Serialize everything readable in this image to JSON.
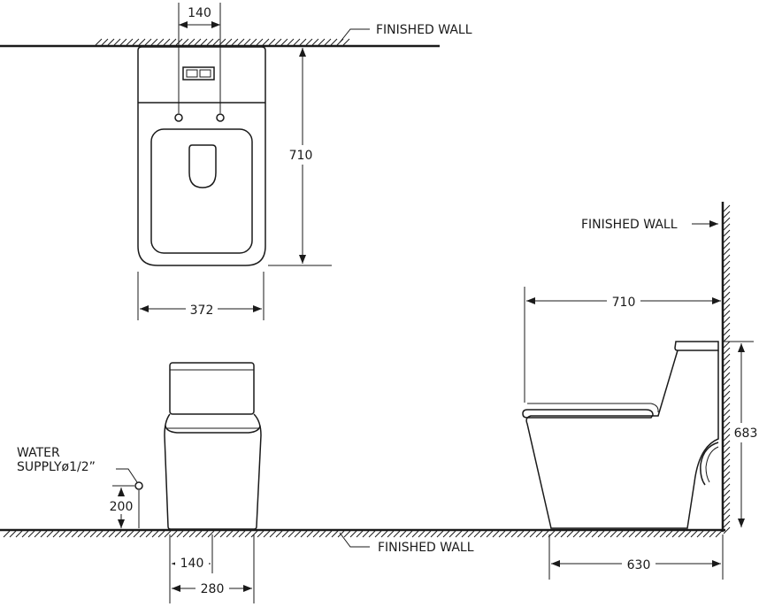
{
  "labels": {
    "finished_wall_top": "FINISHED WALL",
    "finished_wall_side": "FINISHED WALL",
    "finished_wall_floor": "FINISHED WALL",
    "water_supply_line1": "WATER",
    "water_supply_line2": "SUPPLYø1/2”"
  },
  "dimensions": {
    "top_inlet_spacing": "140",
    "top_depth": "710",
    "top_width": "372",
    "front_supply_height": "200",
    "front_outlet_spacing": "140",
    "front_base_width": "280",
    "side_length": "710",
    "side_height": "683",
    "side_rough_in": "630"
  }
}
